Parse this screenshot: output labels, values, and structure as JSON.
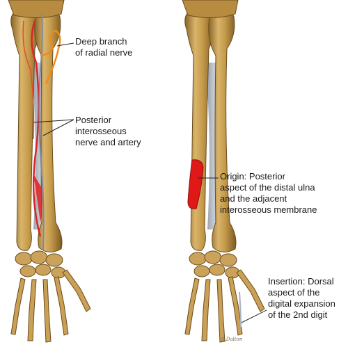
{
  "labels": {
    "deep_branch": [
      "Deep branch",
      "of radial nerve"
    ],
    "posterior": [
      "Posterior",
      "interosseous",
      "nerve and artery"
    ],
    "origin": [
      "Origin: Posterior",
      "aspect of the distal ulna",
      "and the adjacent",
      "interosseous membrane"
    ],
    "insertion": [
      "Insertion: Dorsal",
      "aspect of the",
      "digital expansion",
      "of the 2nd digit"
    ]
  },
  "signature": "S.Dalton",
  "colors": {
    "bone": "#c49a4a",
    "bone_shadow": "#8a6428",
    "bone_highlight": "#e6c98a",
    "membrane": "#aab2bd",
    "muscle": "#e01818",
    "nerve": "#f08a1a",
    "artery": "#d8252a",
    "leader": "#222222"
  }
}
